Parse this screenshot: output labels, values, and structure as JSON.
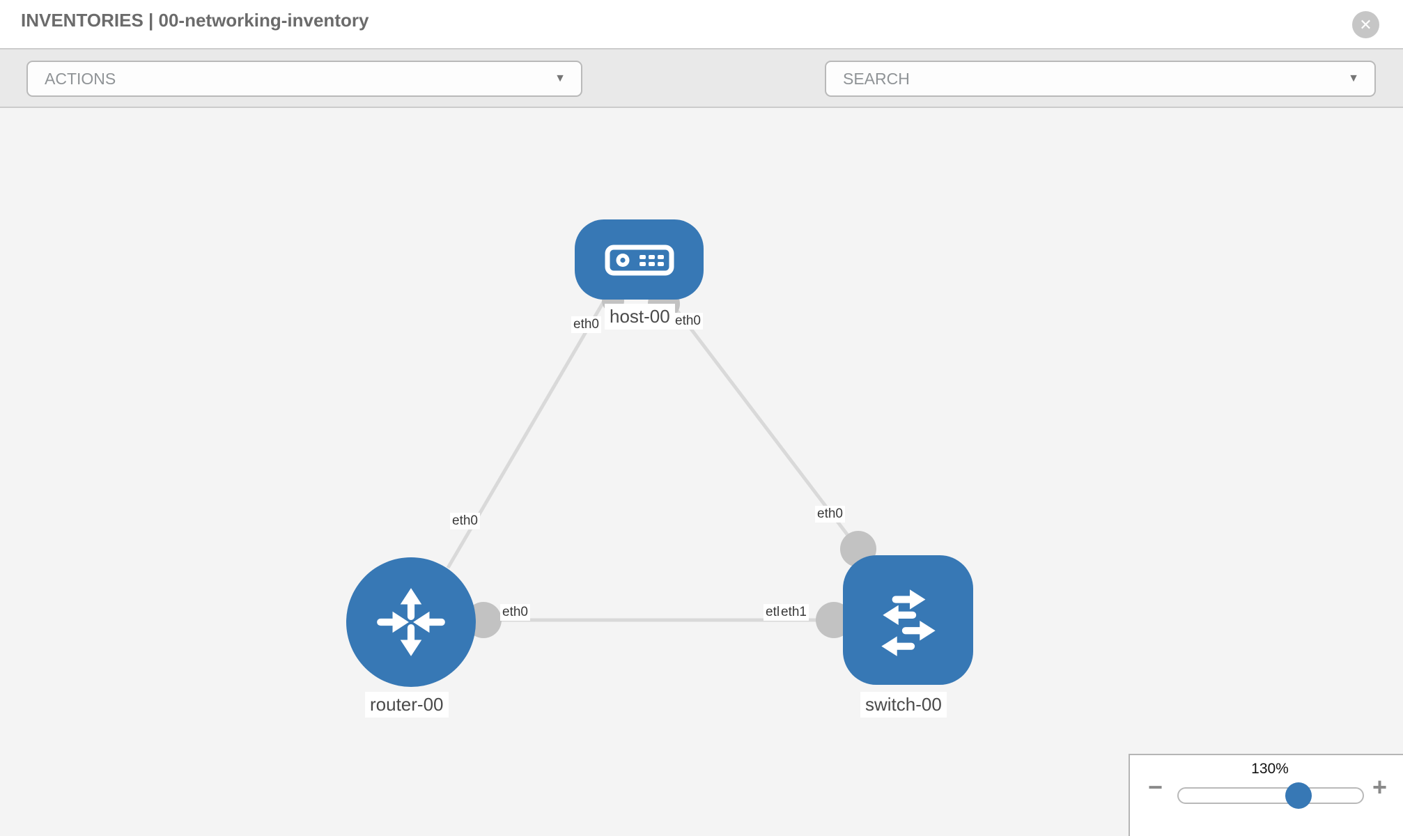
{
  "header": {
    "title": "INVENTORIES | 00-networking-inventory",
    "close_icon": "circle-x"
  },
  "toolbar": {
    "actions_label": "ACTIONS",
    "search_label": "SEARCH",
    "caret": "▼",
    "tool_icons": [
      "wrench",
      "key"
    ]
  },
  "diagram": {
    "nodes": [
      {
        "id": "host-00",
        "label": "host-00",
        "type": "host",
        "shape": "rounded-rect"
      },
      {
        "id": "router-00",
        "label": "router-00",
        "type": "router",
        "shape": "circle"
      },
      {
        "id": "switch-00",
        "label": "switch-00",
        "type": "switch",
        "shape": "rounded-square"
      }
    ],
    "links": [
      {
        "source": "host-00",
        "source_interface": "eth0",
        "target": "router-00",
        "target_interface": "eth0"
      },
      {
        "source": "host-00",
        "source_interface": "eth0",
        "target": "switch-00",
        "target_interface": "eth0"
      },
      {
        "source": "router-00",
        "source_interface": "eth0",
        "target": "switch-00",
        "target_interface": "eth1"
      }
    ],
    "labels": {
      "if_host_to_router": "eth0",
      "if_host_to_switch": "eth0",
      "if_router_to_host": "eth0",
      "if_switch_to_host": "eth0",
      "if_router_to_switch": "eth0",
      "if_switch_to_router_under": "eth0",
      "if_switch_to_router_over": "eth1"
    }
  },
  "zoom_control": {
    "value_label": "130%",
    "percent": 130,
    "minus_label": "−",
    "plus_label": "+",
    "slider_position_pct": 65
  },
  "colors": {
    "node_blue": "#3778b5",
    "connector_gray": "#c2c2c2",
    "link_gray": "#d9d9d9",
    "canvas_bg": "#f4f4f4",
    "toolbar_bg": "#e9e9e9",
    "slider_thumb_blue": "#3778b5"
  }
}
